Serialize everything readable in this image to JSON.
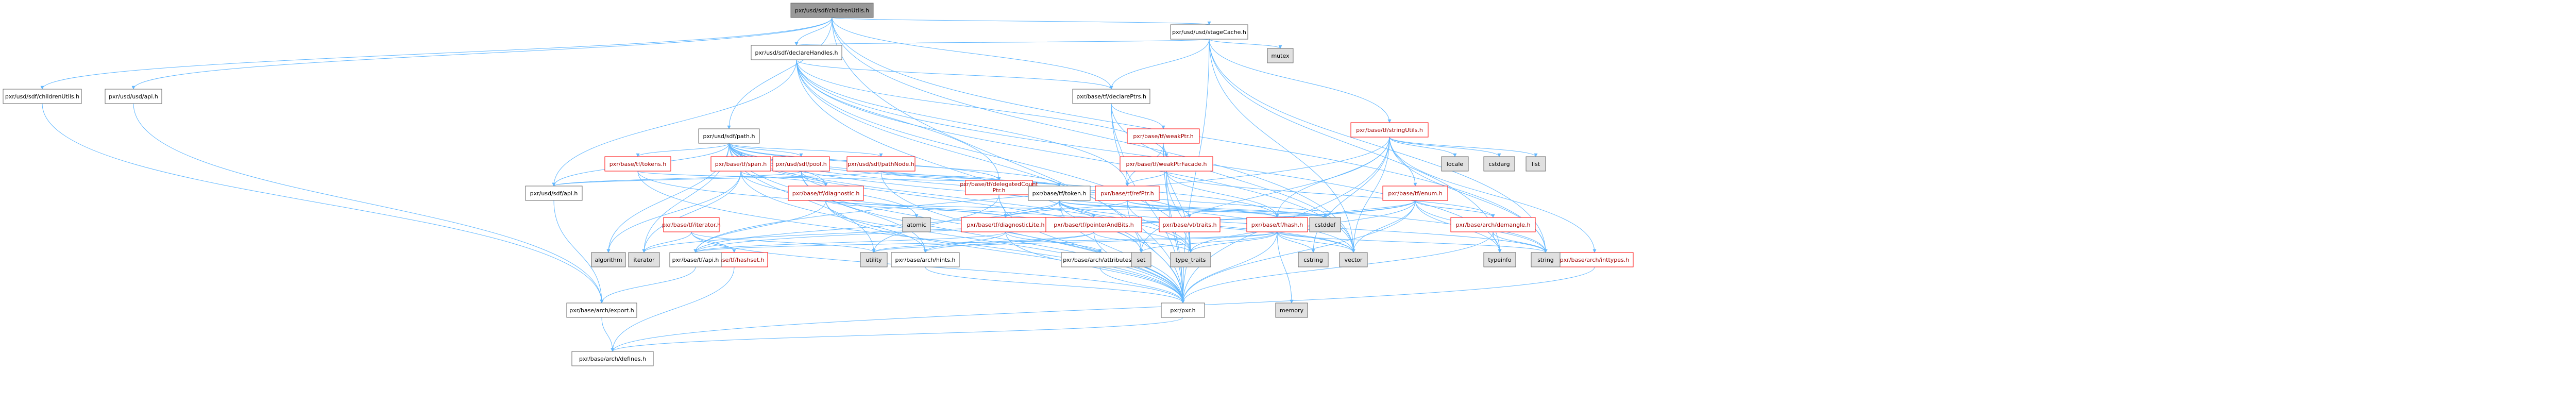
{
  "palette": {
    "root_fill": "#999999",
    "node_fill": "#ffffff",
    "system_fill": "#e0e0e0",
    "border": "#666666",
    "red_border": "#ff0000",
    "red_text": "#a30000",
    "edge": "#63b8ff"
  },
  "nodes": [
    {
      "id": "root",
      "label": "pxr/usd/sdf/childrenUtils.h",
      "kind": "root"
    },
    {
      "id": "stageCache",
      "label": "pxr/usd/usd/stageCache.h",
      "kind": "normal"
    },
    {
      "id": "mutex",
      "label": "mutex",
      "kind": "system"
    },
    {
      "id": "sdfApi2",
      "label": "pxr/usd/sdf/childrenUtils.h",
      "kind": "normal"
    },
    {
      "id": "usdApi",
      "label": "pxr/usd/usd/api.h",
      "kind": "normal"
    },
    {
      "id": "declareHandles",
      "label": "pxr/usd/sdf/declareHandles.h",
      "kind": "normal"
    },
    {
      "id": "declarePtrs",
      "label": "pxr/base/tf/declarePtrs.h",
      "kind": "normal"
    },
    {
      "id": "weakPtr",
      "label": "pxr/base/tf/weakPtr.h",
      "kind": "red"
    },
    {
      "id": "weakPtrFacade",
      "label": "pxr/base/tf/weakPtrFacade.h",
      "kind": "red"
    },
    {
      "id": "stringUtils",
      "label": "pxr/base/tf/stringUtils.h",
      "kind": "red"
    },
    {
      "id": "locale",
      "label": "locale",
      "kind": "system"
    },
    {
      "id": "cstdarg",
      "label": "cstdarg",
      "kind": "system"
    },
    {
      "id": "list",
      "label": "list",
      "kind": "system"
    },
    {
      "id": "sdfPath",
      "label": "pxr/usd/sdf/path.h",
      "kind": "normal"
    },
    {
      "id": "sdfTokens",
      "label": "pxr/base/tf/tokens.h",
      "kind": "red"
    },
    {
      "id": "tfSpan",
      "label": "pxr/base/tf/span.h",
      "kind": "red"
    },
    {
      "id": "sdfPool",
      "label": "pxr/usd/sdf/pool.h",
      "kind": "red"
    },
    {
      "id": "pathNode",
      "label": "pxr/usd/sdf/pathNode.h",
      "kind": "red"
    },
    {
      "id": "delegatedCountPtr",
      "label": "pxr/base/tf/delegatedCount Ptr.h",
      "kind": "red"
    },
    {
      "id": "tfToken",
      "label": "pxr/base/tf/token.h",
      "kind": "normal"
    },
    {
      "id": "refPtr",
      "label": "pxr/base/tf/refPtr.h",
      "kind": "red"
    },
    {
      "id": "tfEnum",
      "label": "pxr/base/tf/enum.h",
      "kind": "red"
    },
    {
      "id": "sdfApi",
      "label": "pxr/usd/sdf/api.h",
      "kind": "normal"
    },
    {
      "id": "tfDiagnostic",
      "label": "pxr/base/tf/diagnostic.h",
      "kind": "red"
    },
    {
      "id": "atomic",
      "label": "atomic",
      "kind": "system"
    },
    {
      "id": "diagnosticLite",
      "label": "pxr/base/tf/diagnosticLite.h",
      "kind": "red"
    },
    {
      "id": "pointerAndBits",
      "label": "pxr/base/tf/pointerAndBits.h",
      "kind": "red"
    },
    {
      "id": "vtTraits",
      "label": "pxr/base/vt/traits.h",
      "kind": "red"
    },
    {
      "id": "tfHash",
      "label": "pxr/base/tf/hash.h",
      "kind": "red"
    },
    {
      "id": "cstddef",
      "label": "cstddef",
      "kind": "system"
    },
    {
      "id": "safeTypeCompare",
      "label": "pxr/base/arch/demangle.h",
      "kind": "red"
    },
    {
      "id": "archInttypes",
      "label": "pxr/base/arch/inttypes.h",
      "kind": "red"
    },
    {
      "id": "tfIter",
      "label": "pxr/base/tf/iterator.h",
      "kind": "red"
    },
    {
      "id": "hashFunc",
      "label": "pxr/base/tf/hashset.h",
      "kind": "red"
    },
    {
      "id": "algorithm",
      "label": "algorithm",
      "kind": "system"
    },
    {
      "id": "iterator",
      "label": "iterator",
      "kind": "system"
    },
    {
      "id": "tfApi",
      "label": "pxr/base/tf/api.h",
      "kind": "normal"
    },
    {
      "id": "archHints",
      "label": "pxr/base/arch/hints.h",
      "kind": "normal"
    },
    {
      "id": "archAttributes",
      "label": "pxr/base/arch/attributes.h",
      "kind": "normal"
    },
    {
      "id": "utility",
      "label": "utility",
      "kind": "system"
    },
    {
      "id": "set",
      "label": "set",
      "kind": "system"
    },
    {
      "id": "typeTraits",
      "label": "type_traits",
      "kind": "system"
    },
    {
      "id": "cstring",
      "label": "cstring",
      "kind": "system"
    },
    {
      "id": "typeinfo",
      "label": "typeinfo",
      "kind": "system"
    },
    {
      "id": "string",
      "label": "string",
      "kind": "system"
    },
    {
      "id": "vector",
      "label": "vector",
      "kind": "system"
    },
    {
      "id": "archExport",
      "label": "pxr/base/arch/export.h",
      "kind": "normal"
    },
    {
      "id": "pxr",
      "label": "pxr/pxr.h",
      "kind": "normal"
    },
    {
      "id": "memory",
      "label": "memory",
      "kind": "system"
    },
    {
      "id": "archDefines",
      "label": "pxr/base/arch/defines.h",
      "kind": "normal"
    }
  ]
}
